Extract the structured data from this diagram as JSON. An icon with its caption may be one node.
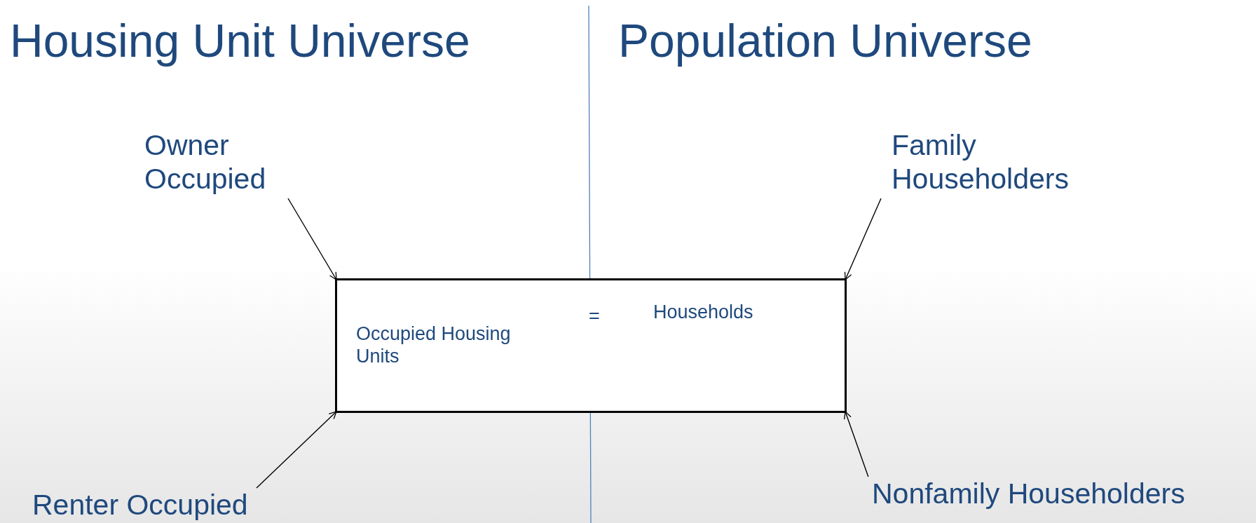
{
  "diagram": {
    "nodes": [
      {
        "text": [
          "Owner Occupied"
        ]
      },
      {
        "text": [
          "Family Householders"
        ]
      },
      {
        "text": [
          "Occupied Housing Units",
          "=",
          "Households"
        ]
      },
      {
        "text": [
          "Renter Occupied"
        ]
      },
      {
        "text": [
          "Nonfamily Householders"
        ]
      }
    ],
    "edges": [
      {
        "from": 0,
        "to": 2,
        "arrow": "to"
      },
      {
        "from": 1,
        "to": 2,
        "arrow": "to"
      },
      {
        "from": 3,
        "to": 2,
        "arrow": "to"
      },
      {
        "from": 4,
        "to": 2,
        "arrow": "to"
      }
    ],
    "labels": [
      "Housing Unit Universe",
      "Population Universe"
    ]
  }
}
